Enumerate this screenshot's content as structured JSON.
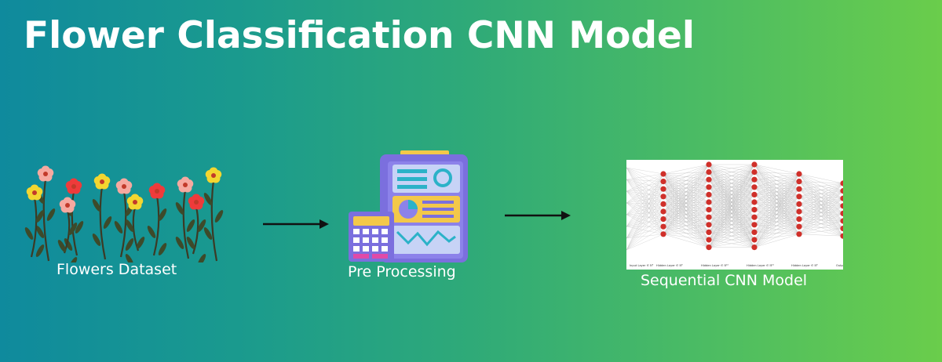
{
  "title": "Flower Classification CNN Model",
  "stages": [
    {
      "label": "Flowers Dataset",
      "icon": "flowers-illustration"
    },
    {
      "label": "Pre Processing",
      "icon": "clipboard-calculator-illustration"
    },
    {
      "label": "Sequential CNN Model",
      "icon": "neural-network-diagram"
    }
  ],
  "network": {
    "layer_labels": [
      "Input Layer ∈ ℝ⁸",
      "Hidden Layer ∈ ℝ⁸",
      "Hidden Layer ∈ ℝ¹⁰",
      "Hidden Layer ∈ ℝ¹⁰",
      "Hidden Layer ∈ ℝ⁸",
      "Outpu"
    ]
  },
  "colors": {
    "gradient_left": "#0f8a9d",
    "gradient_right": "#6acd4b",
    "node_red": "#d0302a",
    "arrow": "#111111"
  }
}
